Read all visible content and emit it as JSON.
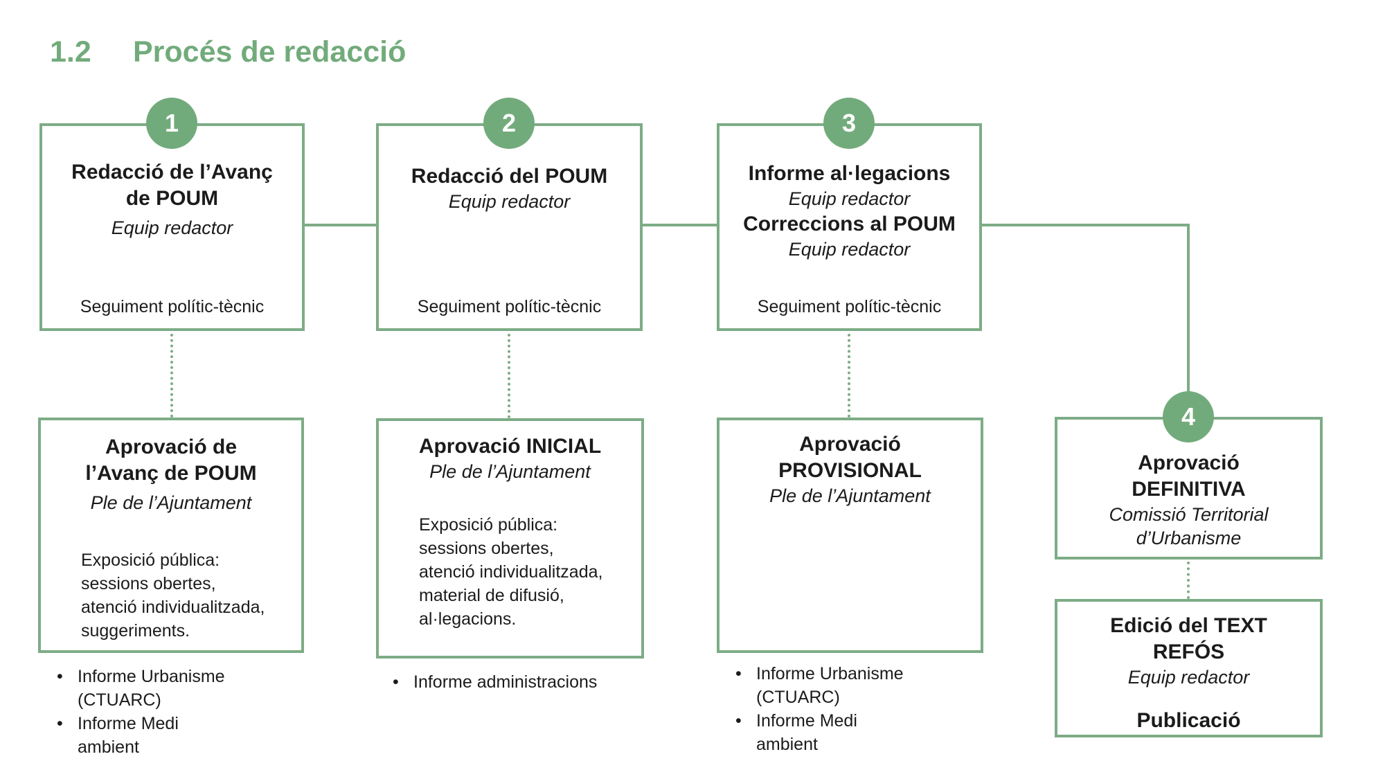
{
  "title": {
    "number": "1.2",
    "text": "Procés de redacció"
  },
  "colors": {
    "accent_green": "#72ab7b",
    "border_green": "#7dac86",
    "text_black": "#1b1b1b"
  },
  "bullet_char": "•",
  "phase1": {
    "number": "1",
    "top": {
      "line1": "Redacció de l’Avanç",
      "line2": "de POUM",
      "role": "Equip redactor",
      "footer": "Seguiment polític-tècnic"
    },
    "bottom": {
      "line1": "Aprovació de",
      "line2": "l’Avanç de POUM",
      "role": "Ple de l’Ajuntament",
      "body": [
        "Exposició pública:",
        "sessions obertes,",
        "atenció individualitzada,",
        "suggeriments."
      ]
    },
    "bullets": [
      "Informe Urbanisme (CTUARC)",
      "Informe Medi ambient"
    ]
  },
  "phase2": {
    "number": "2",
    "top": {
      "line1": "Redacció del POUM",
      "role": "Equip redactor",
      "footer": "Seguiment polític-tècnic"
    },
    "bottom": {
      "line1": "Aprovació INICIAL",
      "role": "Ple de l’Ajuntament",
      "body": [
        "Exposició pública:",
        "sessions obertes,",
        "atenció individualitzada,",
        "material de difusió,",
        "al·legacions."
      ]
    },
    "bullets": [
      "Informe administracions"
    ]
  },
  "phase3": {
    "number": "3",
    "top": {
      "line1": "Informe al·legacions",
      "role1": "Equip redactor",
      "line2": "Correccions al POUM",
      "role2": "Equip redactor",
      "footer": "Seguiment polític-tècnic"
    },
    "bottom": {
      "line1": "Aprovació",
      "line2": "PROVISIONAL",
      "role": "Ple de l’Ajuntament"
    },
    "bullets": [
      "Informe Urbanisme (CTUARC)",
      "Informe Medi ambient"
    ]
  },
  "phase4": {
    "number": "4",
    "definitive": {
      "line1": "Aprovació",
      "line2": "DEFINITIVA",
      "role1": "Comissió Territorial",
      "role2": "d’Urbanisme"
    },
    "refos": {
      "line1": "Edició del TEXT",
      "line2": "REFÓS",
      "role": "Equip redactor",
      "footer": "Publicació"
    }
  }
}
